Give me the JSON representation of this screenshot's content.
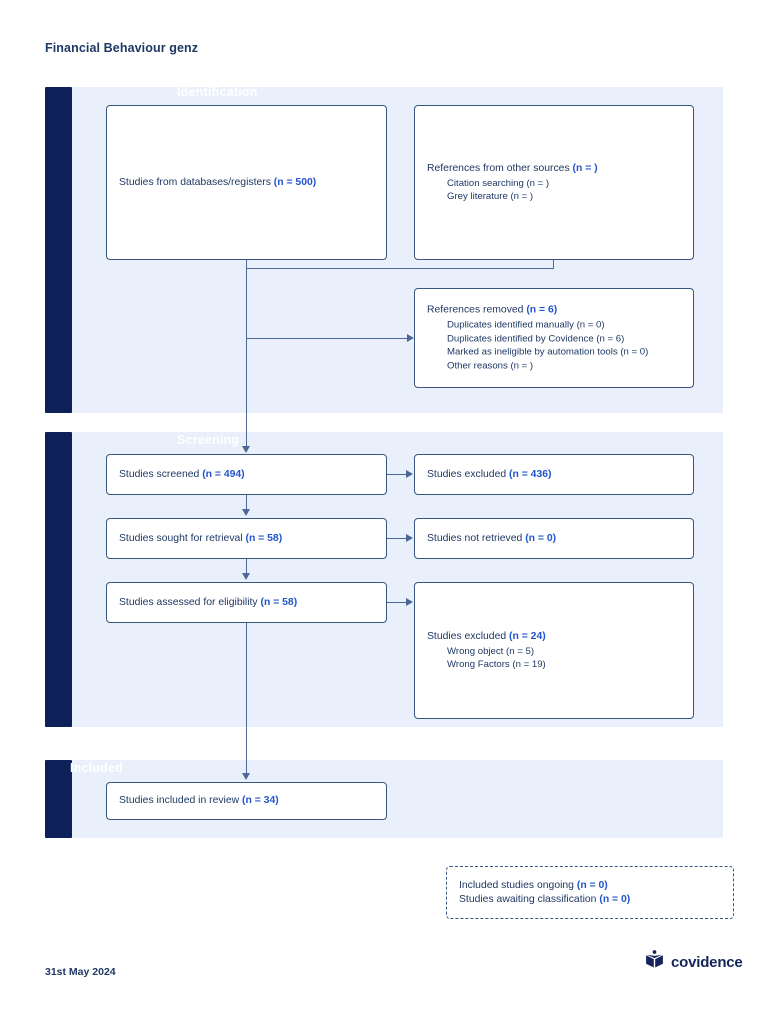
{
  "document": {
    "title": "Financial Behaviour genz",
    "date": "31st May 2024",
    "brand": "covidence",
    "colors": {
      "band_background": "#e9f0fb",
      "band_bar": "#0d2059",
      "box_border": "#39567f",
      "text": "#1f3864",
      "count_accent": "#2255cc",
      "connector": "#4a6996"
    }
  },
  "stages": {
    "identification": {
      "label": "Identification"
    },
    "screening": {
      "label": "Screening"
    },
    "included": {
      "label": "Included"
    }
  },
  "boxes": {
    "databases": {
      "title_text": "Studies from databases/registers ",
      "title_count": "(n = 500)"
    },
    "other_sources": {
      "title_text": "References from other sources ",
      "title_count": "(n = )",
      "sub": [
        "Citation searching (n = )",
        "Grey literature (n = )"
      ]
    },
    "references_removed": {
      "title_text": "References removed ",
      "title_count": "(n = 6)",
      "sub": [
        "Duplicates identified manually (n = 0)",
        "Duplicates identified by Covidence (n = 6)",
        "Marked as ineligible by automation tools (n = 0)",
        "Other reasons (n = )"
      ]
    },
    "screened": {
      "title_text": "Studies screened ",
      "title_count": "(n = 494)"
    },
    "screened_excluded": {
      "title_text": "Studies excluded ",
      "title_count": "(n = 436)"
    },
    "sought_retrieval": {
      "title_text": "Studies sought for retrieval ",
      "title_count": "(n = 58)"
    },
    "not_retrieved": {
      "title_text": "Studies not retrieved ",
      "title_count": "(n = 0)"
    },
    "assessed_eligibility": {
      "title_text": "Studies assessed for eligibility ",
      "title_count": "(n = 58)"
    },
    "eligibility_excluded": {
      "title_text": "Studies excluded ",
      "title_count": "(n = 24)",
      "sub": [
        "Wrong object (n = 5)",
        "Wrong Factors (n = 19)"
      ]
    },
    "included_review": {
      "title_text": "Studies included in review ",
      "title_count": "(n = 34)"
    },
    "ongoing": {
      "line1_text": "Included studies ongoing ",
      "line1_count": "(n = 0)",
      "line2_text": "Studies awaiting classification ",
      "line2_count": "(n = 0)"
    }
  }
}
